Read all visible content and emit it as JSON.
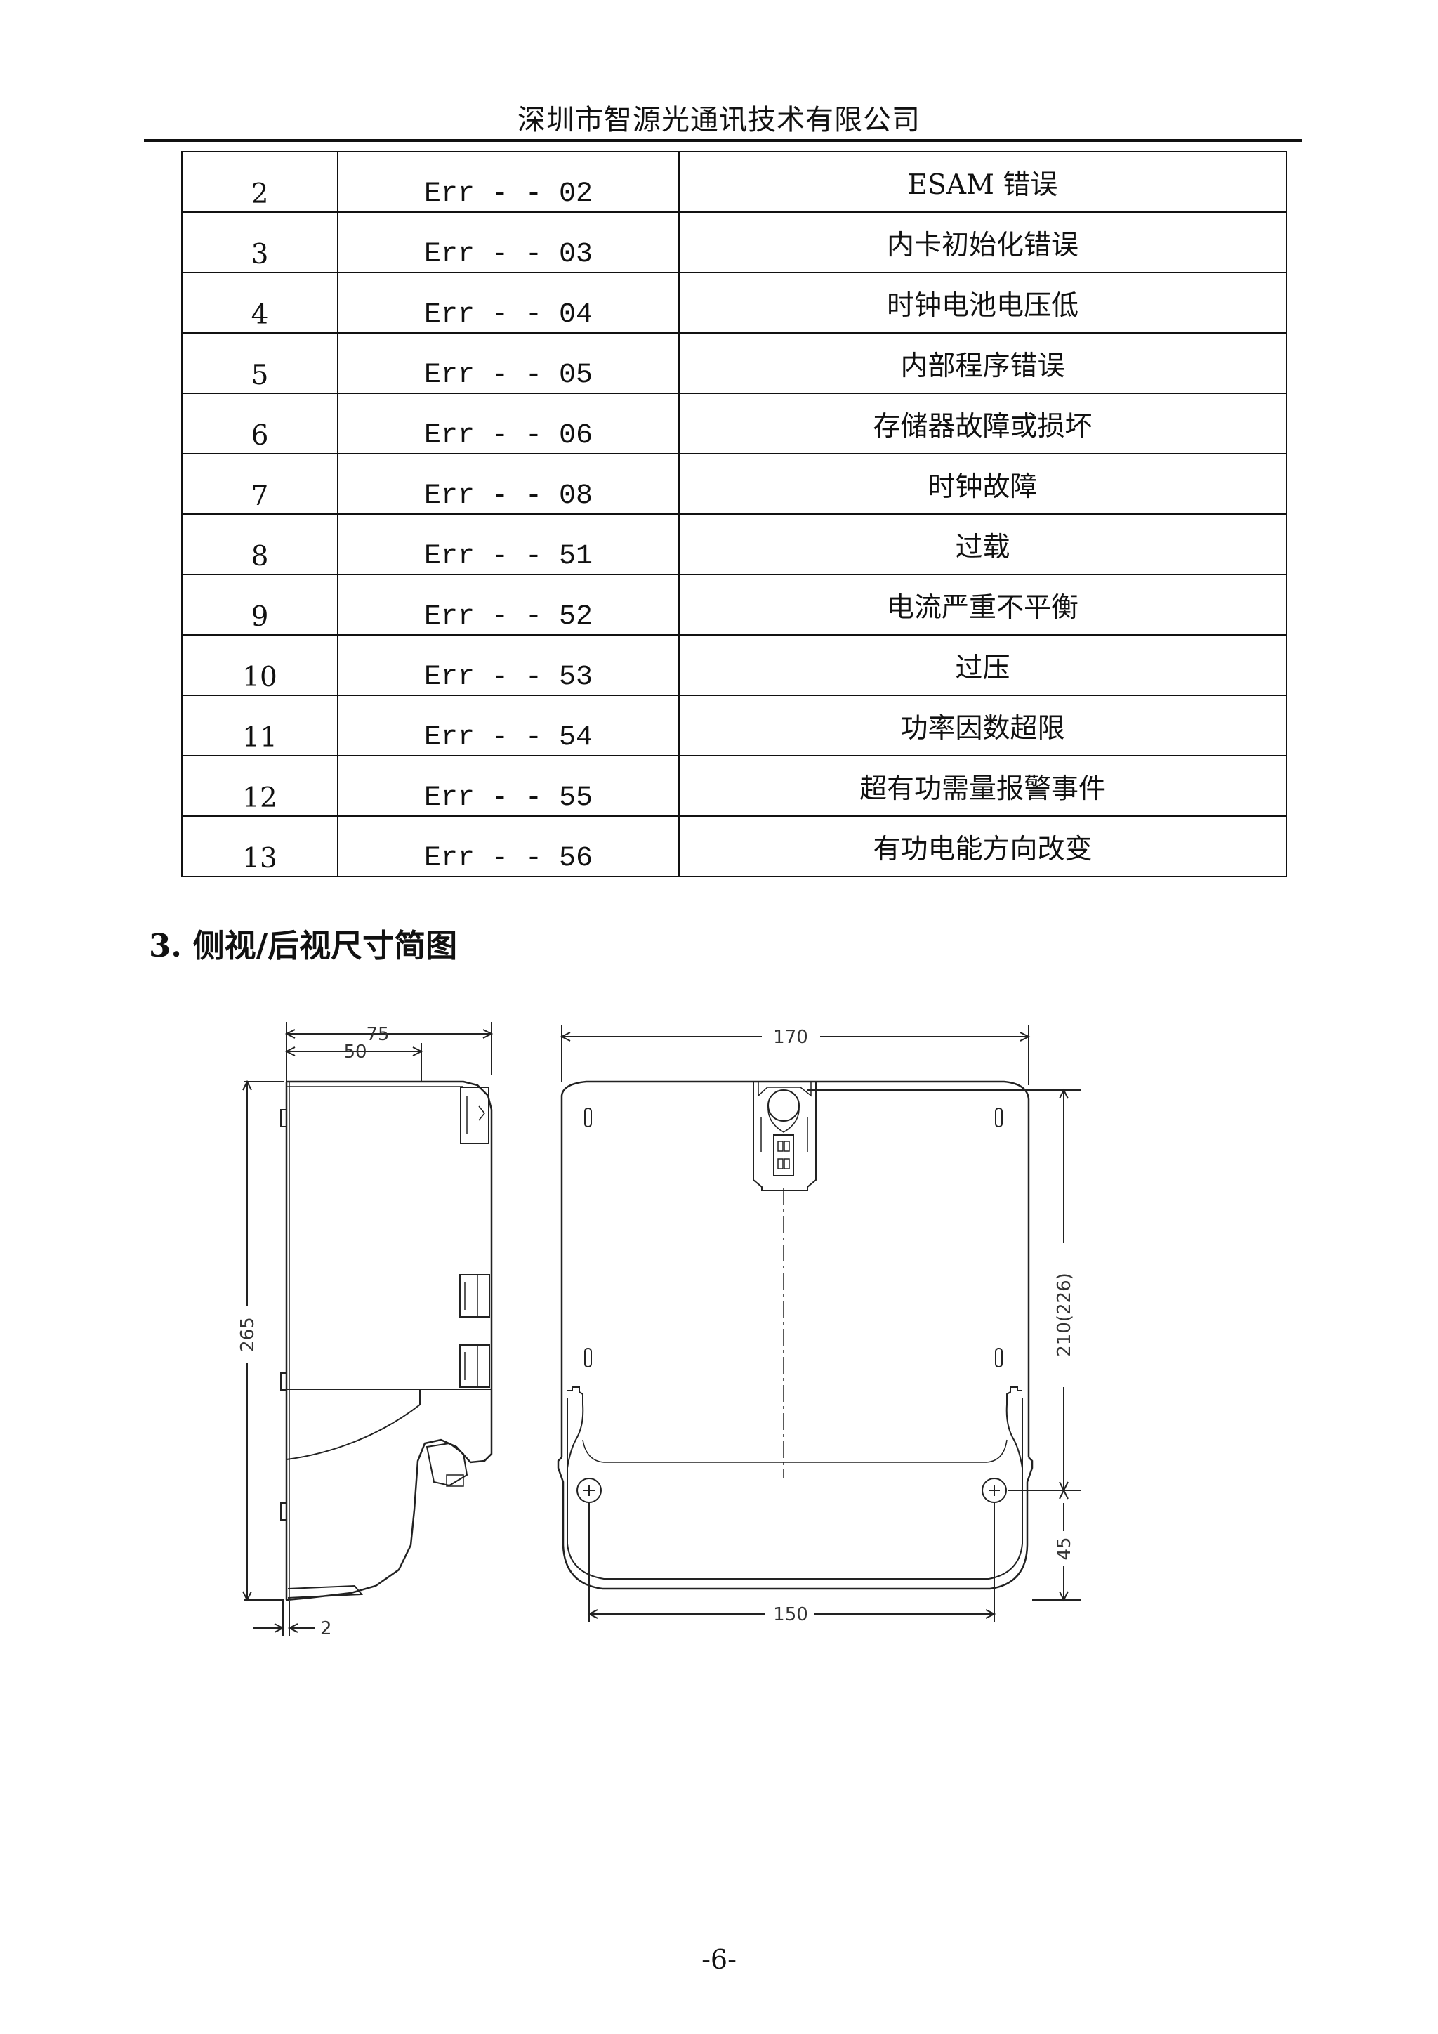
{
  "header": {
    "company": "深圳市智源光通讯技术有限公司"
  },
  "error_table": {
    "rows": [
      {
        "no": "2",
        "code": "Err - - 02",
        "desc": "ESAM 错误"
      },
      {
        "no": "3",
        "code": "Err - - 03",
        "desc": "内卡初始化错误"
      },
      {
        "no": "4",
        "code": "Err - - 04",
        "desc": "时钟电池电压低"
      },
      {
        "no": "5",
        "code": "Err - - 05",
        "desc": "内部程序错误"
      },
      {
        "no": "6",
        "code": "Err - - 06",
        "desc": "存储器故障或损坏"
      },
      {
        "no": "7",
        "code": "Err - - 08",
        "desc": "时钟故障"
      },
      {
        "no": "8",
        "code": "Err - - 51",
        "desc": "过载"
      },
      {
        "no": "9",
        "code": "Err - - 52",
        "desc": "电流严重不平衡"
      },
      {
        "no": "10",
        "code": "Err - - 53",
        "desc": "过压"
      },
      {
        "no": "11",
        "code": "Err - - 54",
        "desc": "功率因数超限"
      },
      {
        "no": "12",
        "code": "Err - - 55",
        "desc": "超有功需量报警事件"
      },
      {
        "no": "13",
        "code": "Err - - 56",
        "desc": "有功电能方向改变"
      }
    ]
  },
  "section": {
    "heading": "3. 侧视/后视尺寸简图"
  },
  "drawing": {
    "side_dims": {
      "depth_total": "75",
      "depth_body": "50",
      "height": "265",
      "offset": "2"
    },
    "rear_dims": {
      "width": "170",
      "mount_height": "210(226)",
      "bottom_offset": "45",
      "hole_spacing": "150"
    }
  },
  "footer": {
    "page_number": "-6-"
  }
}
